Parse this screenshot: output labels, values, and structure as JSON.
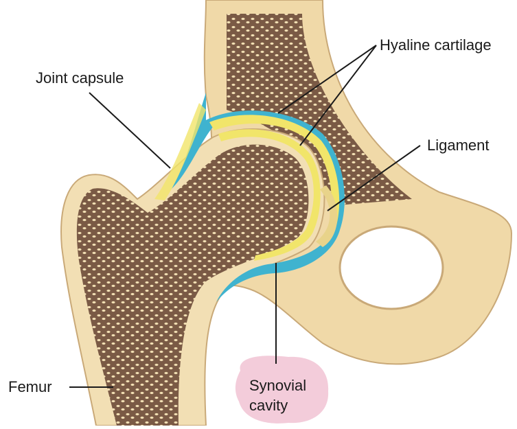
{
  "labels": {
    "joint_capsule": "Joint capsule",
    "hyaline_cartilage": "Hyaline cartilage",
    "ligament": "Ligament",
    "femur": "Femur",
    "synovial_line1": "Synovial",
    "synovial_line2": "cavity"
  },
  "colors": {
    "bone": "#f2dfb4",
    "bone_edge": "#c9a978",
    "spongy": "#5a4334",
    "cartilage": "#f1e56a",
    "synovial": "#3fb3cf",
    "highlight": "#f2c6d6"
  }
}
